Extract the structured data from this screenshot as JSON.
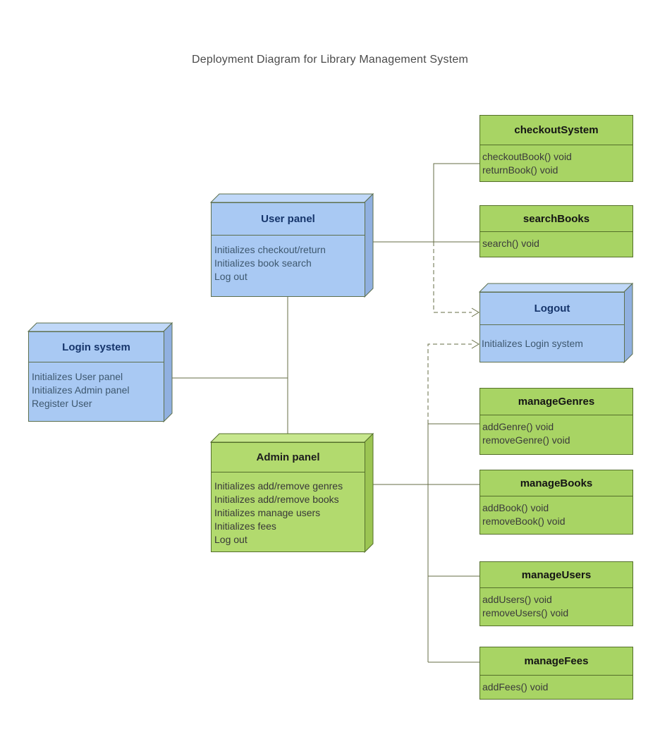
{
  "title": "Deployment Diagram for Library Management System",
  "colors": {
    "component_green_fill": "#a8d464",
    "node_green_fill": "#b2da6e",
    "node_blue_fill": "#a9c9f3",
    "green_border": "#546f2a",
    "blue_border": "#5d6f4d",
    "connector": "#666c44",
    "blue_header_text": "#16356b",
    "title_text": "#4b4b4b"
  },
  "nodes": {
    "login_system": {
      "title": "Login system",
      "lines": [
        "Initializes User panel",
        "Initializes Admin panel",
        "Register User"
      ]
    },
    "user_panel": {
      "title": "User panel",
      "lines": [
        "Initializes checkout/return",
        "Initializes book search",
        "Log out"
      ]
    },
    "admin_panel": {
      "title": "Admin panel",
      "lines": [
        "Initializes add/remove genres",
        "Initializes add/remove books",
        "Initializes manage users",
        "Initializes fees",
        "Log out"
      ]
    },
    "logout": {
      "title": "Logout",
      "lines": [
        "Initializes Login system"
      ]
    }
  },
  "components": {
    "checkout_system": {
      "title": "checkoutSystem",
      "lines": [
        "checkoutBook() void",
        "returnBook() void"
      ]
    },
    "search_books": {
      "title": "searchBooks",
      "lines": [
        "search() void"
      ]
    },
    "manage_genres": {
      "title": "manageGenres",
      "lines": [
        "addGenre() void",
        "removeGenre() void"
      ]
    },
    "manage_books": {
      "title": "manageBooks",
      "lines": [
        "addBook() void",
        "removeBook() void"
      ]
    },
    "manage_users": {
      "title": "manageUsers",
      "lines": [
        "addUsers() void",
        "removeUsers() void"
      ]
    },
    "manage_fees": {
      "title": "manageFees",
      "lines": [
        "addFees() void"
      ]
    }
  }
}
